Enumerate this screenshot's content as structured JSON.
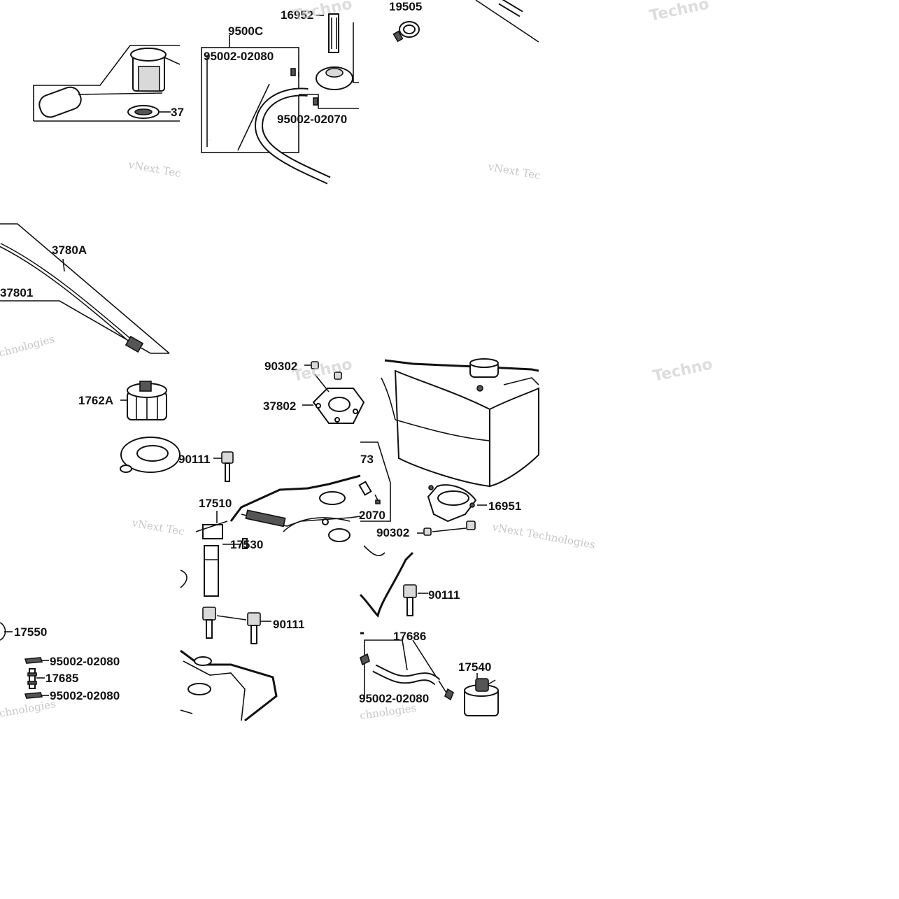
{
  "labels": {
    "l_16952": "16952",
    "l_19505": "19505",
    "l_9500C": "9500C",
    "l_95002_02080_a": "95002-02080",
    "l_95002_02070_a": "95002-02070",
    "l_37_partial": "37",
    "l_3780A": "3780A",
    "l_37801": "37801",
    "l_1762A": "1762A",
    "l_90111_a": "90111",
    "l_90302_a": "90302",
    "l_37802": "37802",
    "l_73_partial": "73",
    "l_2070_partial": "2070",
    "l_17510": "17510",
    "l_17530": "17530",
    "l_16951": "16951",
    "l_90302_b": "90302",
    "l_90111_b": "90111",
    "l_90111_c": "90111",
    "l_17550": "17550",
    "l_95002_02080_b": "95002-02080",
    "l_17685": "17685",
    "l_95002_02080_c": "95002-02080",
    "l_17686": "17686",
    "l_17540": "17540",
    "l_95002_02080_d": "95002-02080"
  },
  "watermarks": {
    "w_techno_1": "Techno",
    "w_vnext_tec_1": "vNext Tec",
    "w_vnext_tec_2": "vNext Tec",
    "w_chnologies_1": "chnologies",
    "w_vnext_tec_3": "vNext Tec",
    "w_techno_2": "Techno",
    "w_vnext_tec_4": "vNext Technologies",
    "w_chnologies_2": "chnologies",
    "w_chnologies_3": "chnologies"
  }
}
